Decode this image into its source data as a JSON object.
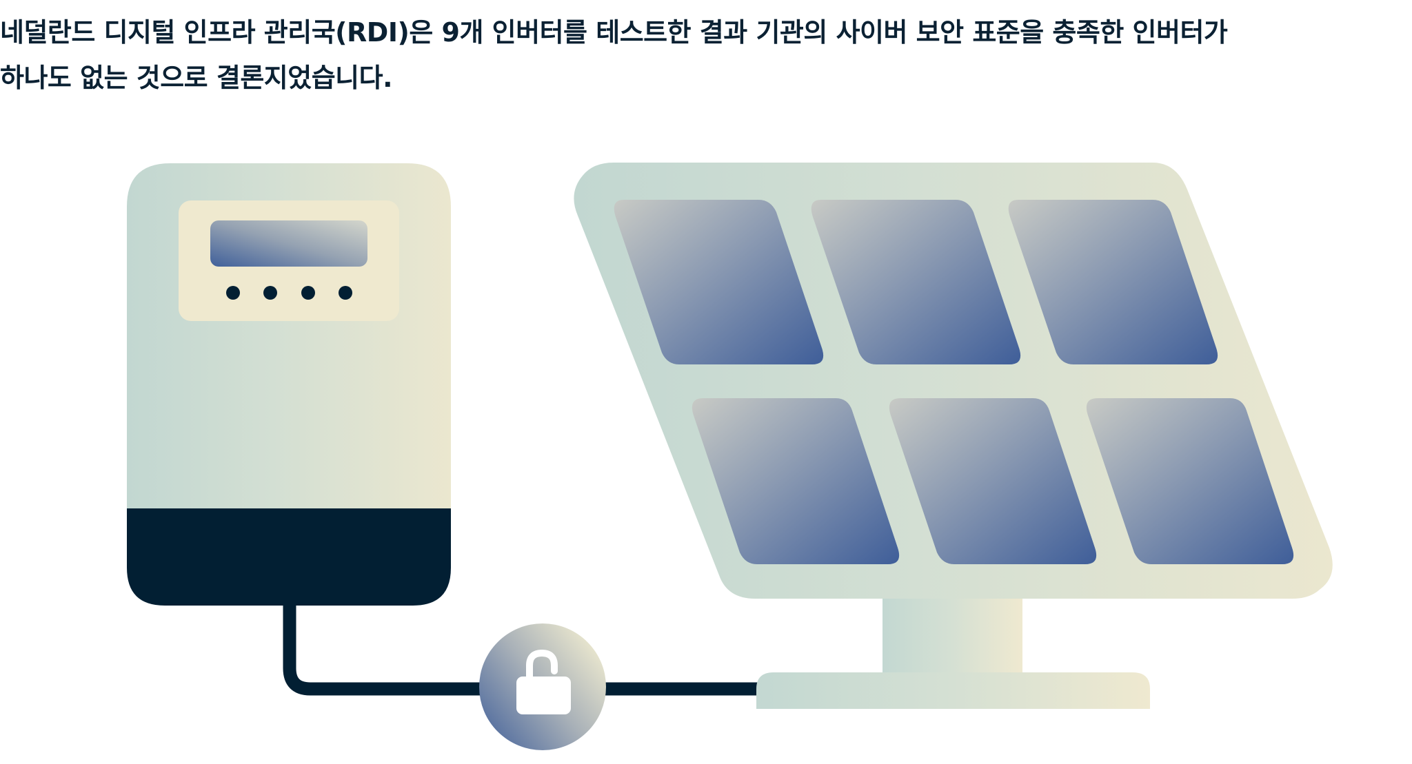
{
  "headline": {
    "line1": "네덜란드 디지털 인프라 관리국(RDI)은 9개 인버터를 테스트한 결과 기관의 사이버 보안 표준을 충족한 인버터가",
    "line2": "하나도 없는 것으로 결론지었습니다."
  },
  "illustration": {
    "inverter": {
      "indicator_dots": 4
    },
    "lock": {
      "state": "unlocked"
    },
    "solar_panel": {
      "rows": 2,
      "columns": 3
    }
  },
  "colors": {
    "text": "#0b2133",
    "navy": "#021f33",
    "mint": "#c3d8d2",
    "cream": "#ede8cf",
    "panel_cream": "#efe9cf",
    "cell_blue": "#40609a",
    "cell_light": "#c6c8c4"
  }
}
